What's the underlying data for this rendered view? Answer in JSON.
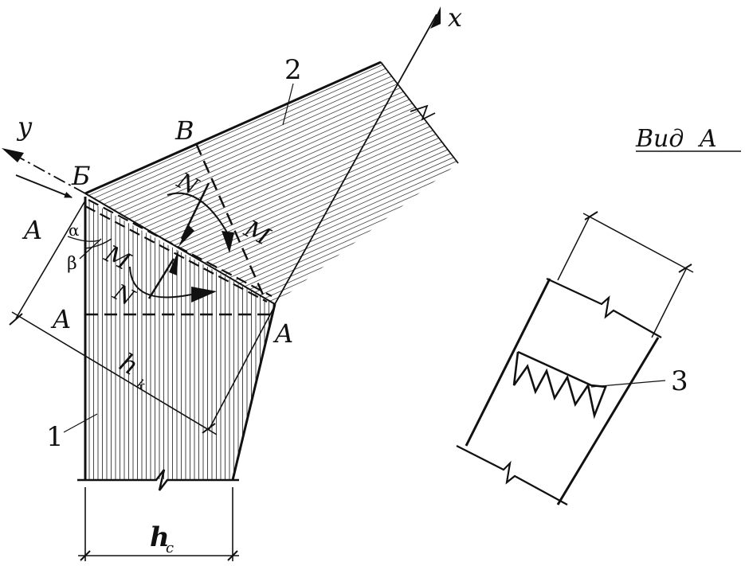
{
  "labels": {
    "x_axis": "x",
    "y_axis": "y",
    "point_B_top": "В",
    "point_B_cyr": "Б",
    "point_A_left": "A",
    "point_A_mid": "A",
    "point_A_right": "A",
    "alpha": "α",
    "beta": "β",
    "M_left": "M",
    "M_right": "M",
    "N_upper": "N",
    "N_lower": "N",
    "h_k": "h",
    "h_k_sub": "k",
    "h_c": "h",
    "h_c_sub": "c",
    "part1": "1",
    "part2": "2",
    "part3": "3",
    "view_title": "Вид  А"
  }
}
